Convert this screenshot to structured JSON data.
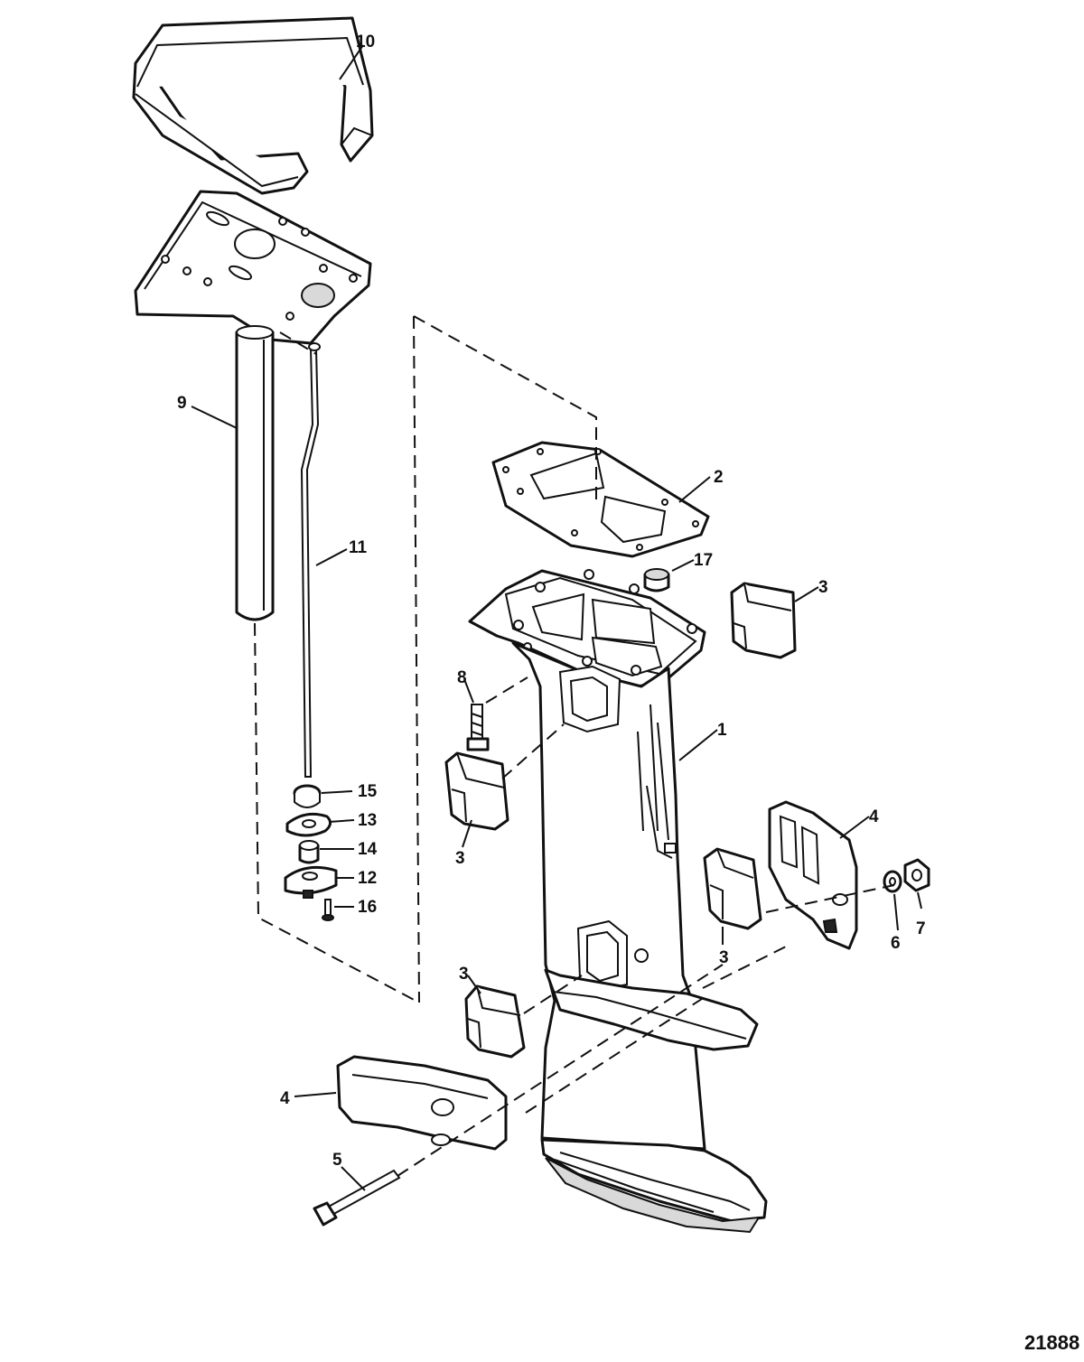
{
  "callouts": {
    "c1": "1",
    "c2": "2",
    "c3a": "3",
    "c3b": "3",
    "c3c": "3",
    "c3d": "3",
    "c4a": "4",
    "c4b": "4",
    "c5": "5",
    "c6": "6",
    "c7": "7",
    "c8": "8",
    "c9": "9",
    "c10": "10",
    "c11": "11",
    "c12": "12",
    "c13": "13",
    "c14": "14",
    "c15": "15",
    "c16": "16",
    "c17": "17"
  },
  "document_number": "21888"
}
